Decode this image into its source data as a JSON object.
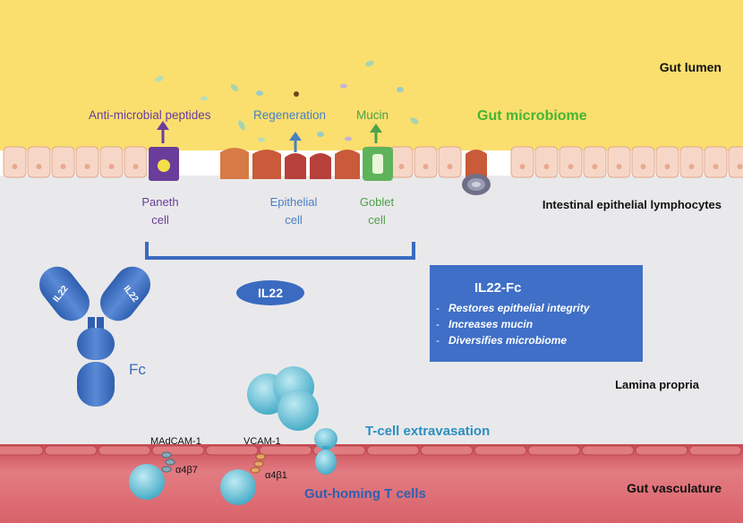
{
  "regions": {
    "lumen": "Gut lumen",
    "microbiome": "Gut microbiome",
    "iel": "Intestinal epithelial lymphocytes",
    "lamina": "Lamina propria",
    "vasculature": "Gut vasculature"
  },
  "effects": {
    "antimicrobial": "Anti-microbial peptides",
    "regeneration": "Regeneration",
    "mucin": "Mucin"
  },
  "cells": {
    "paneth_1": "Paneth",
    "paneth_2": "cell",
    "epithelial_1": "Epithelial",
    "epithelial_2": "cell",
    "goblet_1": "Goblet",
    "goblet_2": "cell"
  },
  "antibody": {
    "left_arm": "IL22",
    "right_arm": "IL22",
    "fc": "Fc"
  },
  "il22_oval": "IL22",
  "box": {
    "title": "IL22-Fc",
    "items": [
      "Restores epithelial integrity",
      "Increases mucin",
      "Diversifies microbiome"
    ]
  },
  "vascular": {
    "madcam": "MAdCAM-1",
    "vcam": "VCAM-1",
    "integrin_a": "α4β7",
    "integrin_b": "α4β1",
    "extravasation": "T-cell extravasation",
    "homing": "Gut-homing T cells"
  },
  "colors": {
    "lumen": "#fadf6e",
    "lamina": "#e9e9eb",
    "vessel": "#d9626a",
    "paneth": "#6a3d9a",
    "epithelial": "#4a7fc4",
    "goblet": "#4ea04a",
    "box": "#3f6fc6",
    "tcell": "#5bbcd6"
  }
}
